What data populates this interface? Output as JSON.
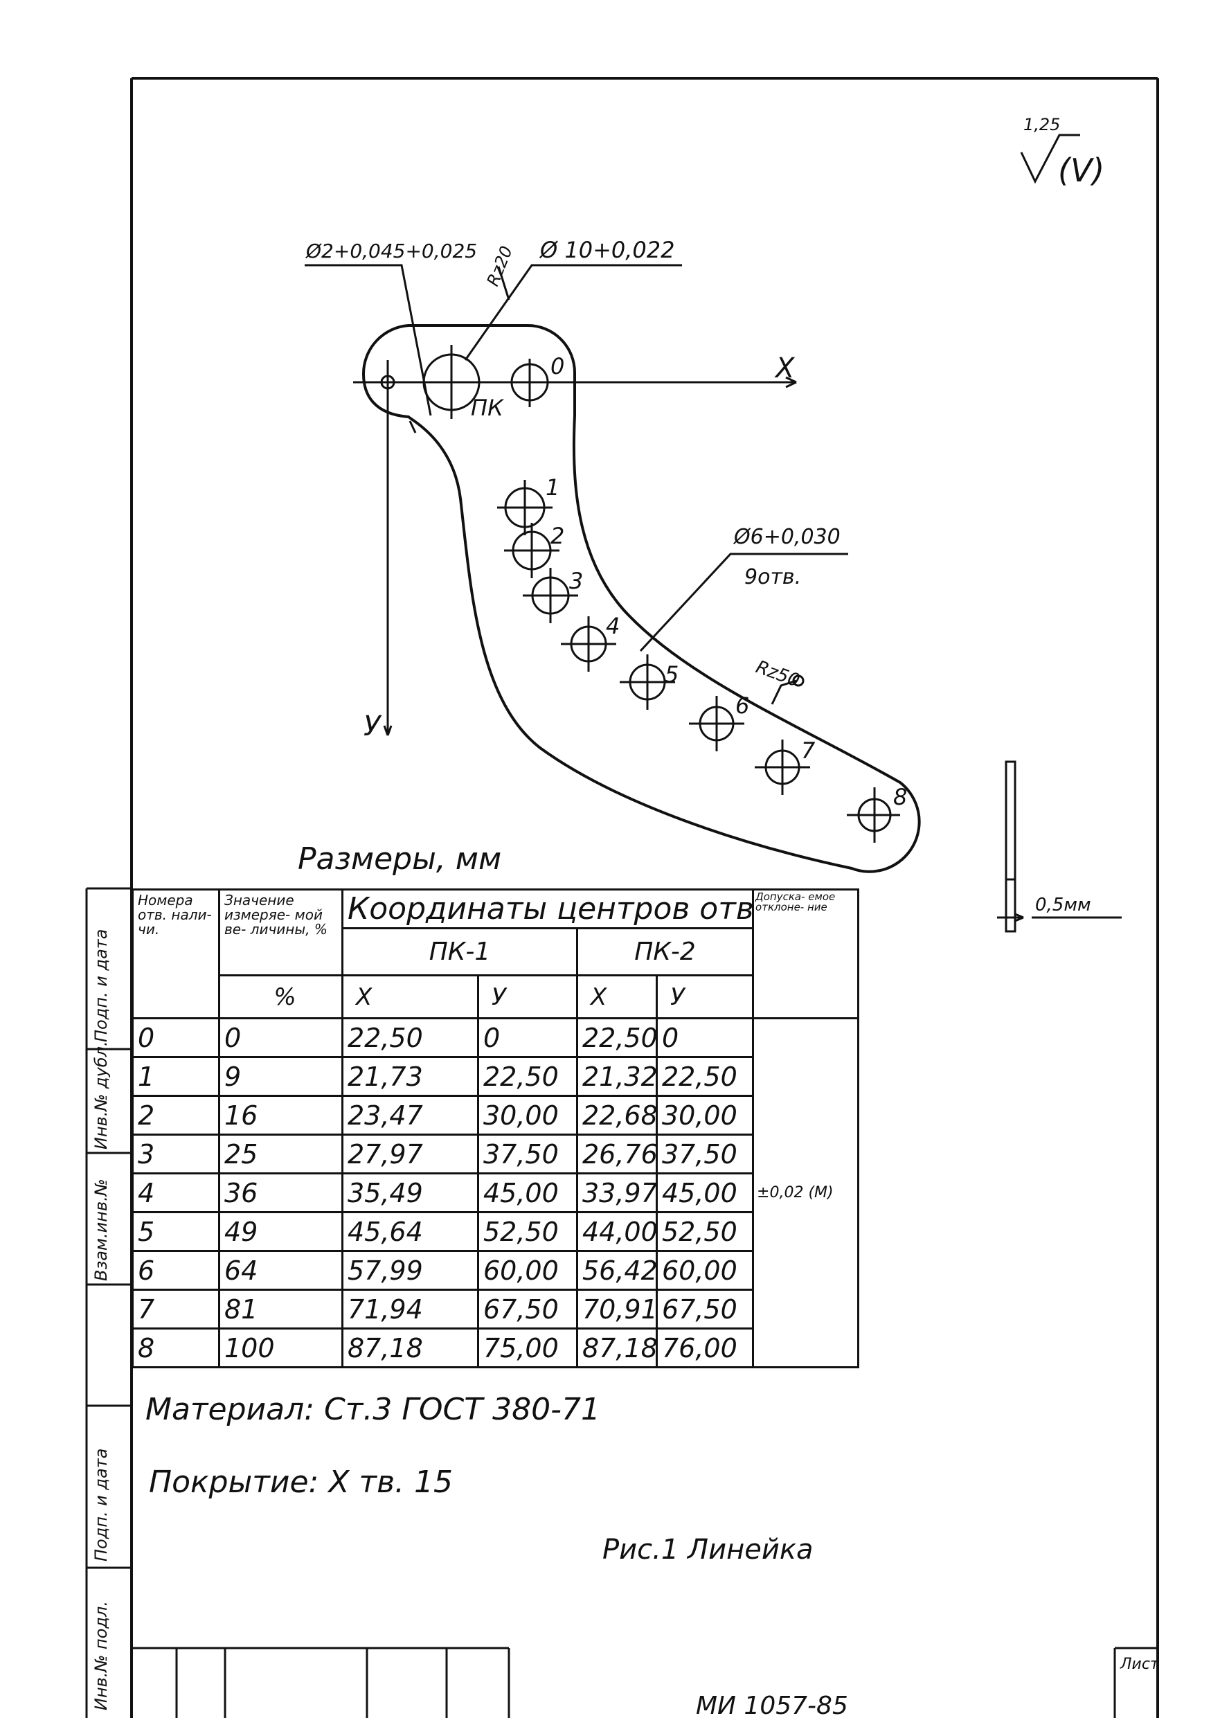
{
  "roughness": {
    "value": "1,25",
    "note": "(V)"
  },
  "callouts": {
    "small_hole": "Ø2+0,045+0,025",
    "big_hole": "Ø 10+0,022",
    "rz20": "Rz20",
    "pk": "ПК",
    "holes": "Ø6+0,030",
    "holes_count": "9отв.",
    "rz50": "Rz50",
    "axis_x": "X",
    "axis_y": "У",
    "side_dim": "0,5мм"
  },
  "hole_labels": [
    "0",
    "1",
    "2",
    "3",
    "4",
    "5",
    "6",
    "7",
    "8"
  ],
  "dims_caption": "Размеры, мм",
  "table": {
    "h_num": "Номера отв. нали- чи.",
    "h_value": "Значение измеряе- мой ве- личины, %",
    "h_coords": "Координаты центров отв.",
    "h_tol": "Допуска- емое отклоне- ние",
    "pk1": "ПК-1",
    "pk2": "ПК-2",
    "x": "Х",
    "y": "У",
    "tolerance": "±0,02 (М)",
    "rows": [
      [
        "0",
        "0",
        "22,50",
        "0",
        "22,50",
        "0"
      ],
      [
        "1",
        "9",
        "21,73",
        "22,50",
        "21,32",
        "22,50"
      ],
      [
        "2",
        "16",
        "23,47",
        "30,00",
        "22,68",
        "30,00"
      ],
      [
        "3",
        "25",
        "27,97",
        "37,50",
        "26,76",
        "37,50"
      ],
      [
        "4",
        "36",
        "35,49",
        "45,00",
        "33,97",
        "45,00"
      ],
      [
        "5",
        "49",
        "45,64",
        "52,50",
        "44,00",
        "52,50"
      ],
      [
        "6",
        "64",
        "57,99",
        "60,00",
        "56,42",
        "60,00"
      ],
      [
        "7",
        "81",
        "71,94",
        "67,50",
        "70,91",
        "67,50"
      ],
      [
        "8",
        "100",
        "87,18",
        "75,00",
        "87,18",
        "76,00"
      ]
    ]
  },
  "material": "Материал: Ст.3 ГОСТ 380-71",
  "coating": "Покрытие: Х тв. 15",
  "figure_caption": "Рис.1 Линейка",
  "side_stamp": [
    "Инв.№ подл.",
    "Подп. и дата",
    "Взам.инв.№",
    "Инв.№ дубл.",
    "Подп. и дата"
  ],
  "doc_code": "МИ 1057-85",
  "sheet_label": "Лист"
}
